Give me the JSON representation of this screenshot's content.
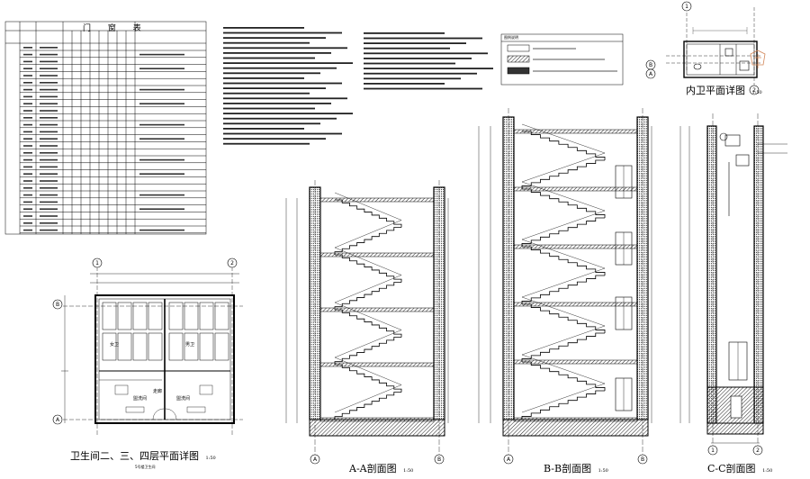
{
  "door_window_table": {
    "title": "门 窗 表"
  },
  "drawings": {
    "plan_title": "卫生间二、三、四层平面详图",
    "plan_scale": "1:50",
    "plan_note": "5号楼卫生间",
    "section_aa_title": "A-A剖面图",
    "section_aa_scale": "1:50",
    "section_bb_title": "B-B剖面图",
    "section_bb_scale": "1:50",
    "section_cc_title": "C-C剖面图",
    "section_cc_scale": "1:50",
    "inner_plan_title": "内卫平面详图",
    "inner_plan_scale": "1:50"
  },
  "grid_labels": {
    "plan_top_left": "1",
    "plan_top_right": "2",
    "plan_left_a": "A",
    "plan_left_b": "B",
    "aa_left": "A",
    "aa_right": "B",
    "bb_left": "A",
    "bb_right": "B",
    "cc_left": "1",
    "cc_right": "2",
    "inner_top": "1",
    "inner_right": "2",
    "inner_left_a": "A",
    "inner_left_b": "B"
  },
  "plan_rooms": {
    "female_wc": "女卫",
    "male_wc": "男卫",
    "washroom_left": "盥洗间",
    "washroom_right": "盥洗间",
    "corridor": "走廊"
  },
  "legend": {
    "title": "图例说明"
  },
  "colors": {
    "line": "#000000",
    "hatch": "#555555",
    "logo": "#d2875a"
  }
}
